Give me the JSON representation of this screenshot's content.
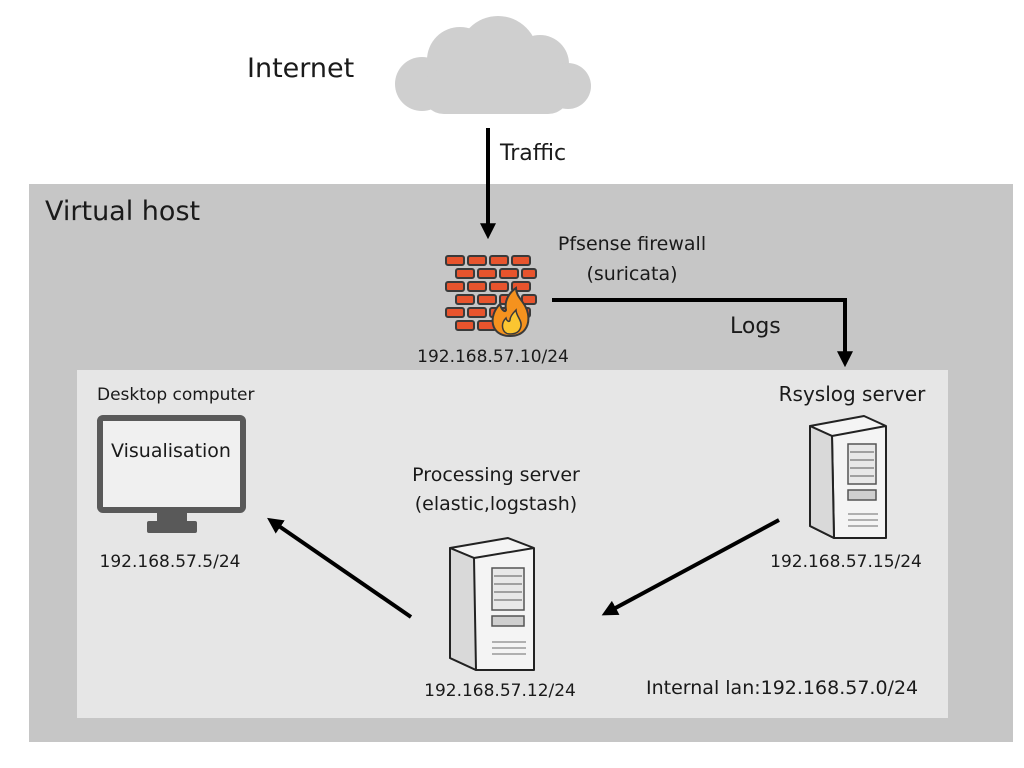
{
  "internet": {
    "label": "Internet"
  },
  "traffic": {
    "label": "Traffic"
  },
  "virtual_host": {
    "label": "Virtual host"
  },
  "firewall": {
    "name": "Pfsense firewall",
    "subtitle": "(suricata)",
    "ip": "192.168.57.10/24",
    "icon": "firewall-icon"
  },
  "logs": {
    "label": "Logs"
  },
  "rsyslog": {
    "name": "Rsyslog server",
    "ip": "192.168.57.15/24",
    "icon": "server-tower-icon"
  },
  "processing": {
    "name": "Processing server",
    "subtitle": "(elastic,logstash)",
    "ip": "192.168.57.12/24",
    "icon": "server-tower-icon"
  },
  "desktop": {
    "name": "Desktop computer",
    "screen_text": "Visualisation",
    "ip": "192.168.57.5/24",
    "icon": "monitor-icon"
  },
  "internal_lan": {
    "label": "Internal lan:192.168.57.0/24"
  },
  "colors": {
    "virtual_host_bg": "#c6c6c6",
    "internal_lan_bg": "#e6e6e6",
    "brick": "#e8542d",
    "flame": "#f5921e",
    "cloud": "#cfcfcf",
    "monitor": "#595959"
  }
}
